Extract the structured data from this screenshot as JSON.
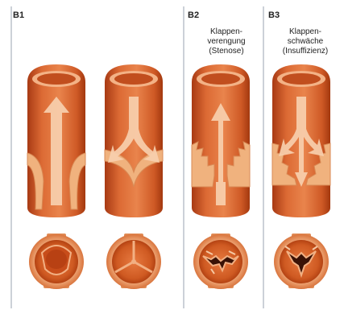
{
  "panels": [
    {
      "label": "B1",
      "caption": []
    },
    {
      "label": "B2",
      "caption": [
        "Klappen-",
        "verengung",
        "(Stenose)"
      ]
    },
    {
      "label": "B3",
      "caption": [
        "Klappen-",
        "schwäche",
        "(Insuffizienz)"
      ]
    }
  ],
  "colors": {
    "vessel": "#e0703a",
    "vessel_dark": "#b8461c",
    "vessel_light": "#f2a273",
    "wall": "#f0b27e",
    "arrow": "#f7cfae",
    "divider": "#9aa3b0",
    "background": "#ffffff"
  },
  "figures": [
    {
      "panel": "B1",
      "valve_state": "open",
      "arrow": "up"
    },
    {
      "panel": "B1",
      "valve_state": "closed",
      "arrow": "split-down"
    },
    {
      "panel": "B2",
      "valve_state": "stenotic",
      "arrow": "narrow-up"
    },
    {
      "panel": "B3",
      "valve_state": "insufficient",
      "arrow": "leak-down"
    }
  ]
}
